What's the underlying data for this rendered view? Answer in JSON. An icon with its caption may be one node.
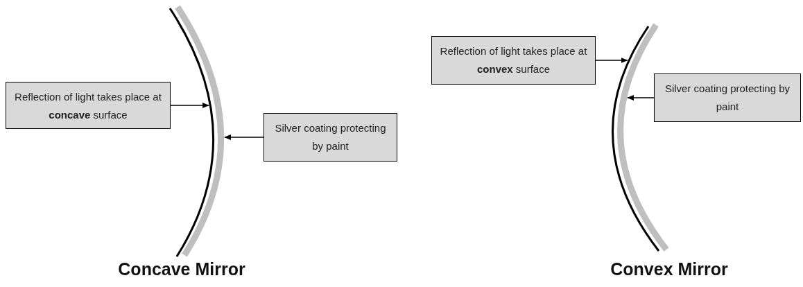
{
  "diagram": {
    "nodes": [
      {
        "text": [
          "Reflection of light takes place at **concave** surface"
        ]
      },
      {
        "text": [],
        "shape": "arc"
      },
      {
        "text": [],
        "shape": "arc"
      },
      {
        "text": [
          "Silver coating protecting by paint"
        ]
      },
      {
        "text": [
          "Reflection of light takes place at **convex** surface"
        ]
      },
      {
        "text": [],
        "shape": "arc"
      },
      {
        "text": [],
        "shape": "arc"
      },
      {
        "text": [
          "Silver coating protecting by paint"
        ]
      }
    ],
    "edges": [
      {
        "from": 0,
        "to": 1,
        "arrow": "to"
      },
      {
        "from": 3,
        "to": 2,
        "arrow": "to"
      },
      {
        "from": 4,
        "to": 5,
        "arrow": "to"
      },
      {
        "from": 7,
        "to": 6,
        "arrow": "to"
      }
    ],
    "labels": [
      "Concave Mirror",
      "Convex Mirror"
    ]
  }
}
